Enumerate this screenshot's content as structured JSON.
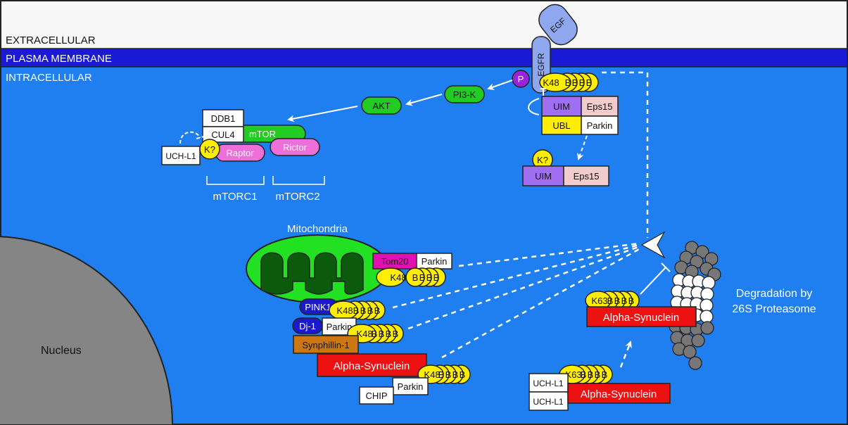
{
  "regions": {
    "extracellular": "EXTRACELLULAR",
    "plasma_membrane": "PLASMA MEMBRANE",
    "intracellular": "INTRACELLULAR"
  },
  "colors": {
    "cytoplasm": "#1f7ff0",
    "membrane": "#1a1ad6",
    "extracellular": "#f7f7f7",
    "nucleus": "#858585",
    "mito_outer": "#22e022",
    "mito_inner": "#0c5a0c",
    "ubiquitin": "#ffee00",
    "alpha_synuclein": "#ee1111",
    "pathway_green": "#22cc22",
    "egfr": "#8fa7ee",
    "uim": "#a06ef0",
    "eps15": "#f2cccc",
    "ubl": "#ffee00",
    "raptor_rictor": "#ee6fd9",
    "tom20": "#e011b0",
    "pink1_dj1": "#1a1acc",
    "synphillin": "#cc7711",
    "phospho": "#9922dd",
    "proteasome": "#777777"
  },
  "labels": {
    "egf": "EGF",
    "egfr": "EGFR",
    "p": "P",
    "pi3k": "PI3-K",
    "akt": "AKT",
    "ddb1": "DDB1",
    "cul4": "CUL4",
    "mtor": "mTOR",
    "raptor": "Raptor",
    "rictor": "Rictor",
    "uchl1_top": "UCH-L1",
    "k_unknown_1": "K?",
    "mtorc1": "mTORC1",
    "mtorc2": "mTORC2",
    "uim_1": "UIM",
    "eps15_1": "Eps15",
    "ubl": "UBL",
    "parkin_egfr": "Parkin",
    "k_unknown_2": "K?",
    "uim_2": "UIM",
    "eps15_2": "Eps15",
    "k48_egfr": "K48",
    "ub_b": "B",
    "mitochondria": "Mitochondria",
    "tom20": "Tom20",
    "parkin_tom20": "Parkin",
    "k48_tom20": "K48",
    "pink1": "PINK1",
    "k48_pink1": "K48",
    "dj1": "Dj-1",
    "parkin_dj1": "Parkin",
    "k48_dj1": "K48",
    "synphillin": "Synphillin-1",
    "alpha_syn_mito": "Alpha-Synuclein",
    "k48_asyn": "K48",
    "chip": "CHIP",
    "parkin_chip": "Parkin",
    "k63_top": "K63",
    "alpha_syn_top": "Alpha-Synuclein",
    "k63_bottom": "K63",
    "uchl1_a": "UCH-L1",
    "uchl1_b": "UCH-L1",
    "alpha_syn_bottom": "Alpha-Synuclein",
    "degradation_line1": "Degradation by",
    "degradation_line2": "26S Proteasome",
    "nucleus": "Nucleus"
  }
}
